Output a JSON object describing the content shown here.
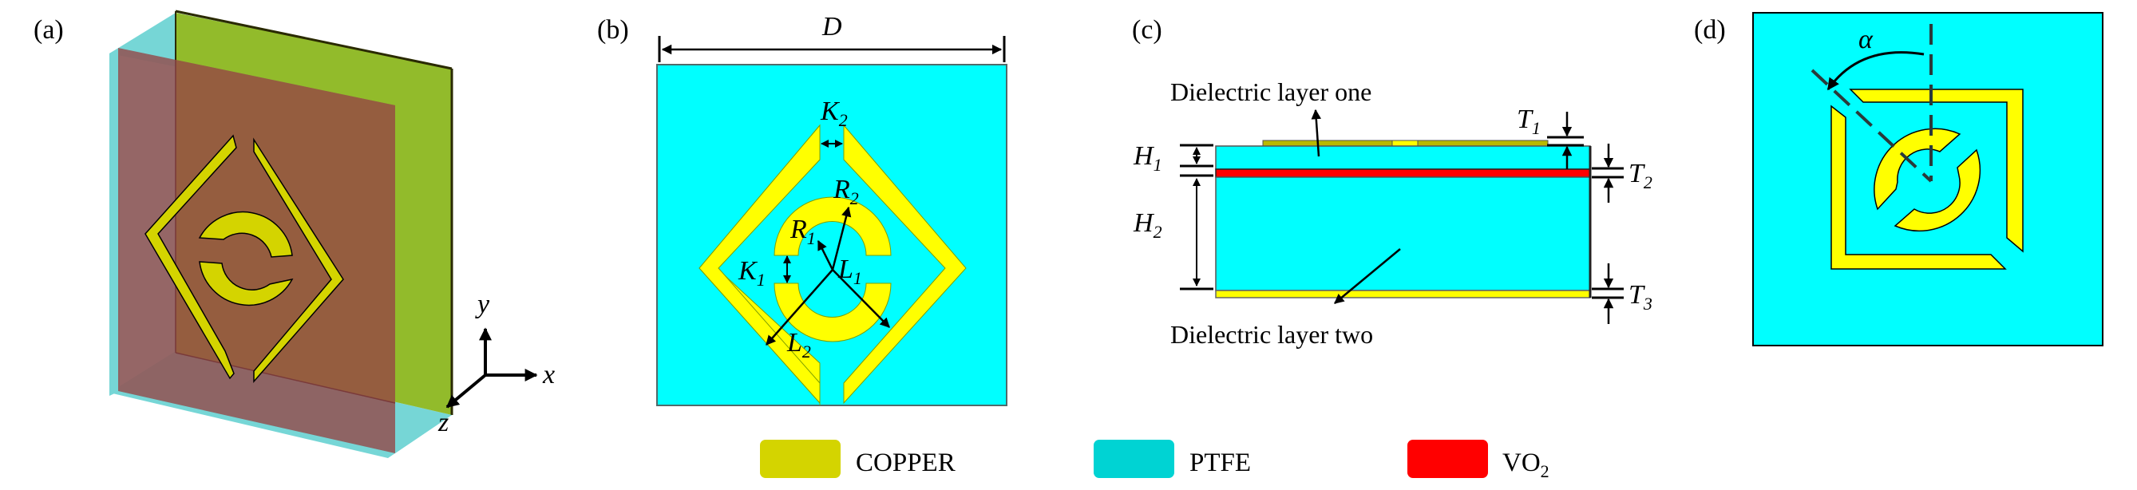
{
  "figure": {
    "panel_labels": [
      "(a)",
      "(b)",
      "(c)",
      "(d)"
    ],
    "panel_a": {
      "description": "3D perspective view of unit cell",
      "axes": {
        "x": "x",
        "y": "y",
        "z": "z"
      }
    },
    "panel_b": {
      "description": "Top view with dimensions",
      "dimensions": {
        "D": {
          "main": "D",
          "sub": ""
        },
        "K1": {
          "main": "K",
          "sub": "1"
        },
        "K2": {
          "main": "K",
          "sub": "2"
        },
        "R1": {
          "main": "R",
          "sub": "1"
        },
        "R2": {
          "main": "R",
          "sub": "2"
        },
        "L1": {
          "main": "L",
          "sub": "1"
        },
        "L2": {
          "main": "L",
          "sub": "2"
        }
      }
    },
    "panel_c": {
      "description": "Side view of layer stack",
      "layer_one_label": "Dielectric layer one",
      "layer_two_label": "Dielectric layer two",
      "dimensions": {
        "H1": {
          "main": "H",
          "sub": "1"
        },
        "H2": {
          "main": "H",
          "sub": "2"
        },
        "T1": {
          "main": "T",
          "sub": "1"
        },
        "T2": {
          "main": "T",
          "sub": "2"
        },
        "T3": {
          "main": "T",
          "sub": "3"
        }
      }
    },
    "panel_d": {
      "description": "Rotated top view",
      "angle_symbol": "α"
    }
  },
  "legend": {
    "items": [
      {
        "label": "COPPER",
        "sub": "",
        "color": "#d4d400"
      },
      {
        "label": "PTFE",
        "sub": "",
        "color": "#00d3d3"
      },
      {
        "label": "VO",
        "sub": "2",
        "color": "#ff0000"
      }
    ]
  },
  "colors": {
    "ptfe_flat": "#00ffff",
    "copper_flat": "#ffff00",
    "copper_3d": "#d4d400",
    "ground_3d": "#92bb2b",
    "vo2": "#ff0000",
    "ptfe_3d": "#76d6d6",
    "vo2_3d": "#8f5e5e"
  }
}
